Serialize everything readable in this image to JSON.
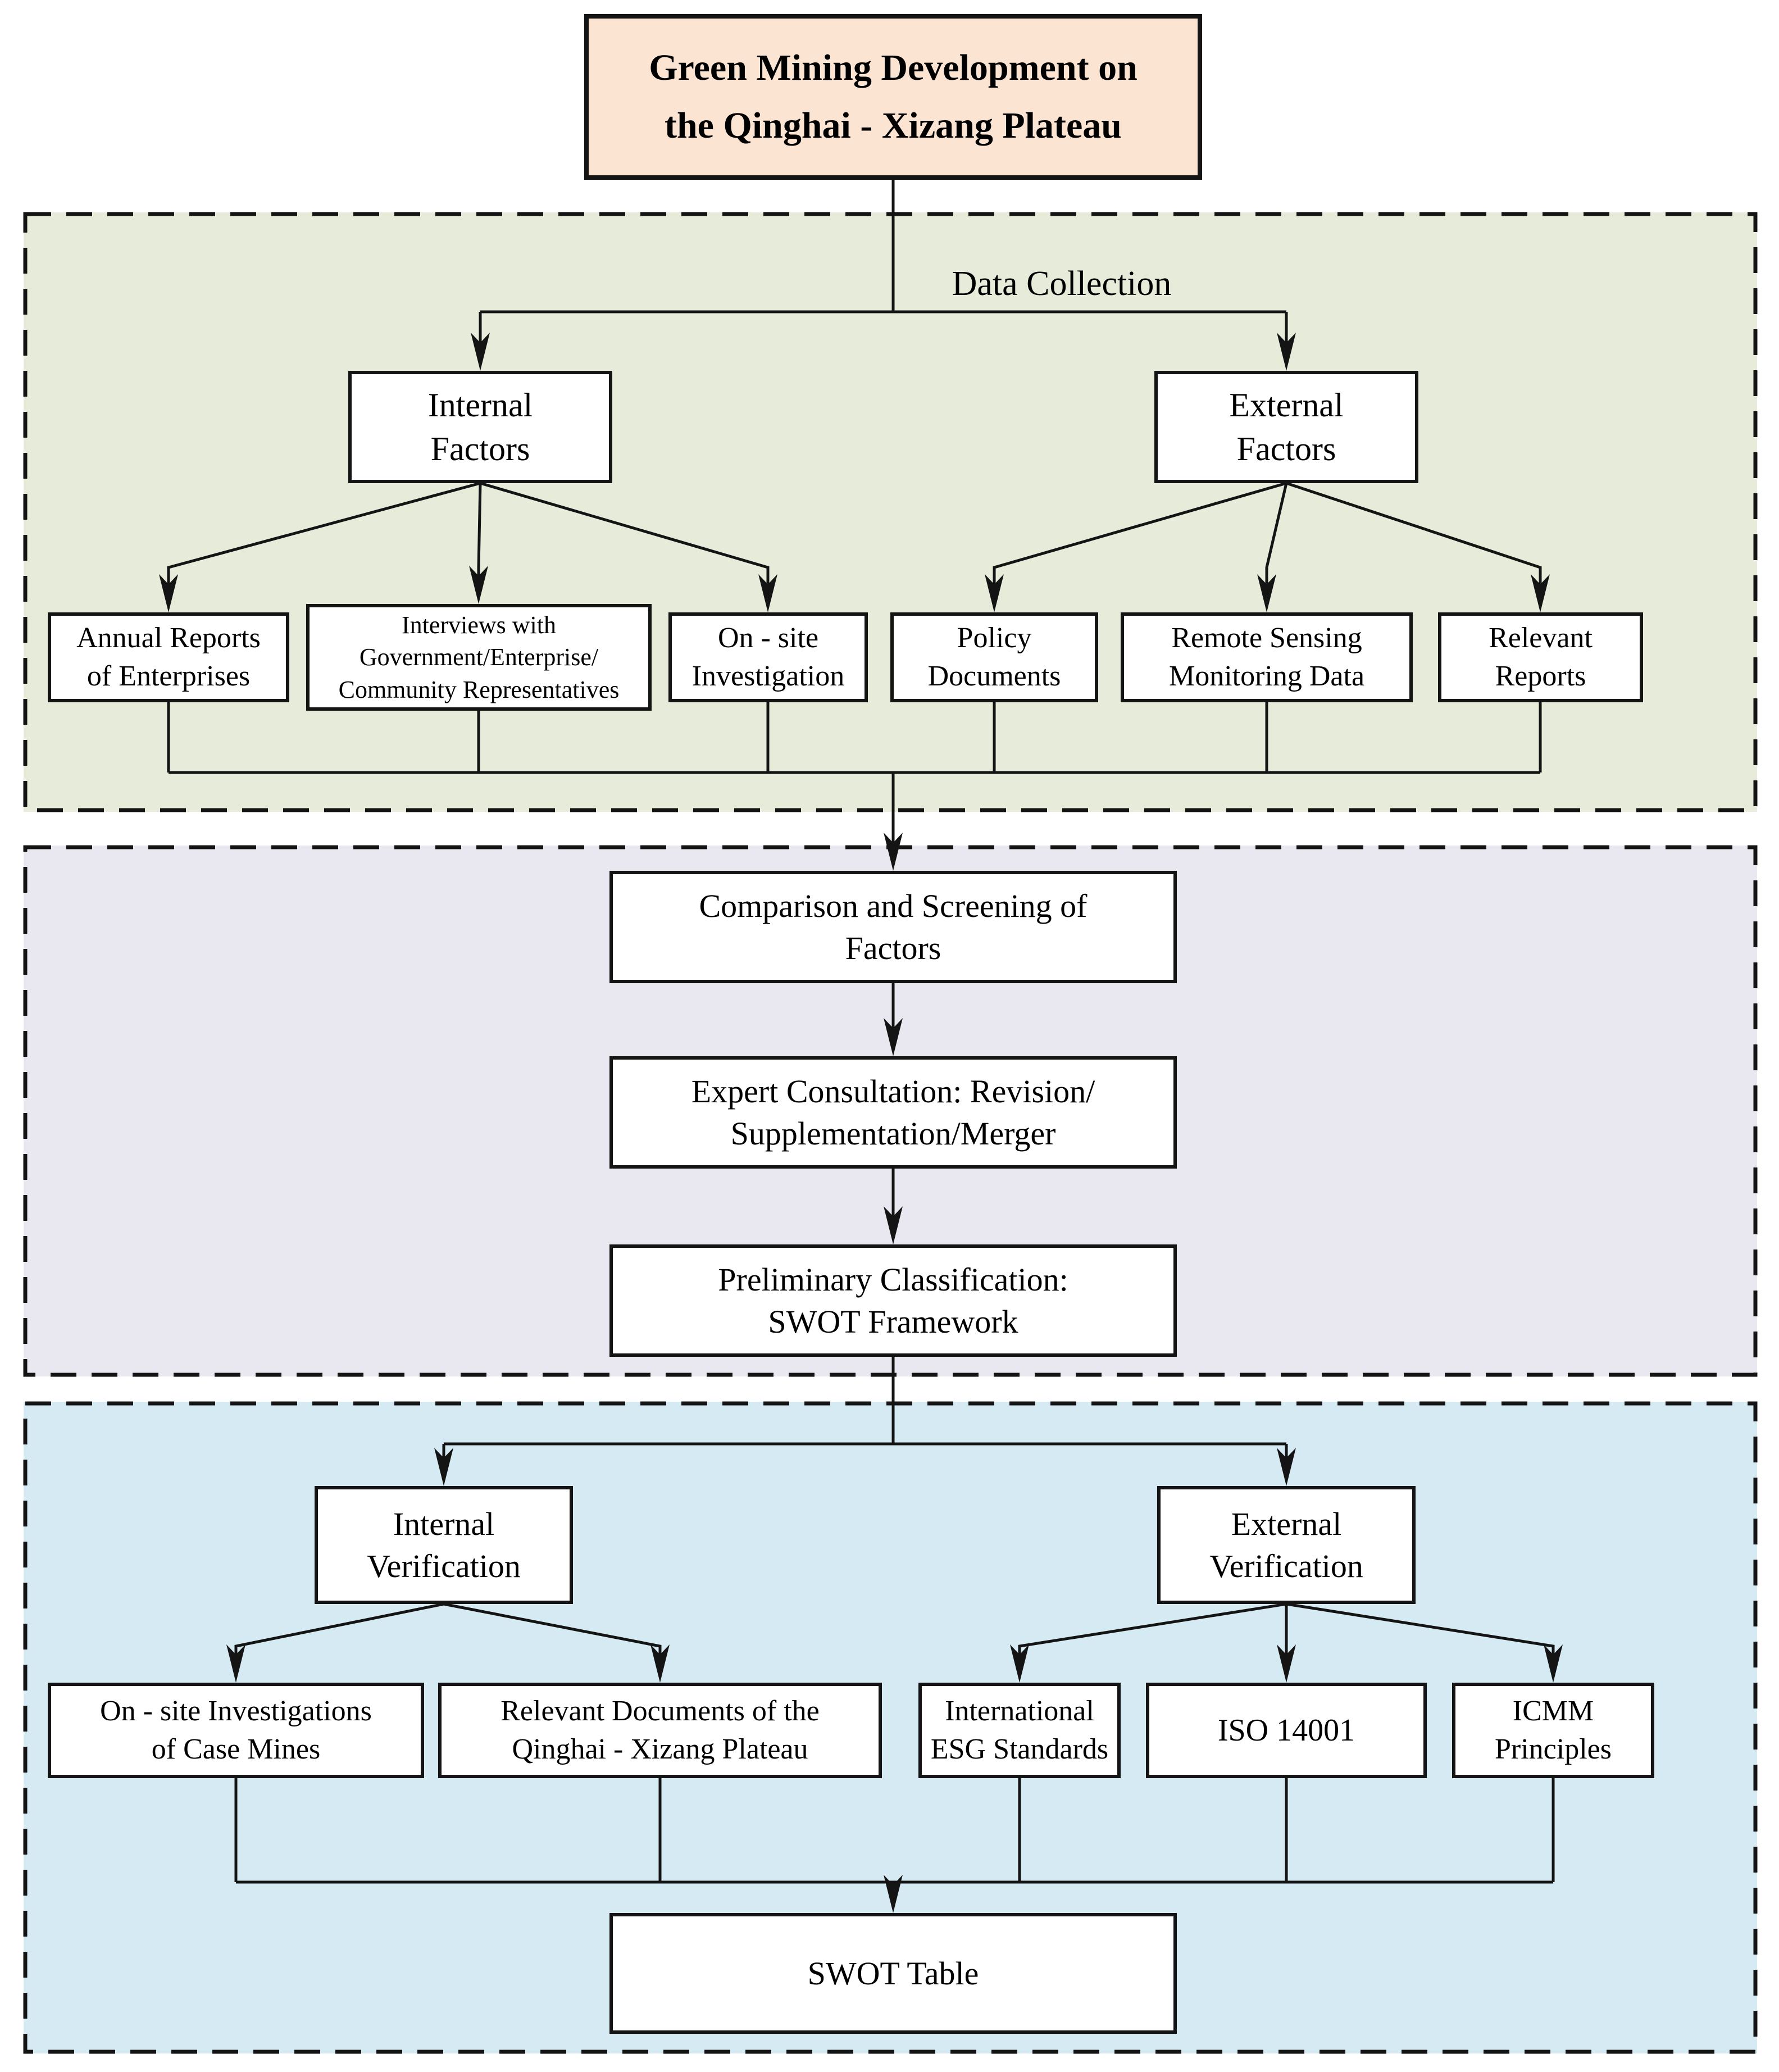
{
  "colors": {
    "root_fill": "#fbe4d2",
    "data_collection_bg": "#e6ecd9",
    "screening_bg": "#e9e7ef",
    "verification_bg": "#d5eaf2",
    "box_fill": "#ffffff",
    "line": "#141414"
  },
  "root": {
    "label": "Green Mining Development on\nthe Qinghai - Xizang Plateau"
  },
  "data_collection": {
    "label": "Data Collection",
    "internal_factors": {
      "label": "Internal\nFactors",
      "sources": [
        {
          "label": "Annual Reports\nof Enterprises"
        },
        {
          "label": "Interviews with\nGovernment/Enterprise/\nCommunity Representatives"
        },
        {
          "label": "On - site\nInvestigation"
        }
      ]
    },
    "external_factors": {
      "label": "External\nFactors",
      "sources": [
        {
          "label": "Policy\nDocuments"
        },
        {
          "label": "Remote Sensing\nMonitoring Data"
        },
        {
          "label": "Relevant\nReports"
        }
      ]
    }
  },
  "screening": {
    "steps": [
      {
        "label": "Comparison and Screening of\nFactors"
      },
      {
        "label": "Expert Consultation: Revision/\nSupplementation/Merger"
      },
      {
        "label": "Preliminary Classification:\nSWOT Framework"
      }
    ]
  },
  "verification": {
    "internal_verification": {
      "label": "Internal\nVerification",
      "sources": [
        {
          "label": "On - site Investigations\nof Case Mines"
        },
        {
          "label": "Relevant Documents of the\nQinghai - Xizang Plateau"
        }
      ]
    },
    "external_verification": {
      "label": "External\nVerification",
      "sources": [
        {
          "label": "International\nESG Standards"
        },
        {
          "label": "ISO 14001"
        },
        {
          "label": "ICMM\nPrinciples"
        }
      ]
    },
    "result": {
      "label": "SWOT Table"
    }
  }
}
